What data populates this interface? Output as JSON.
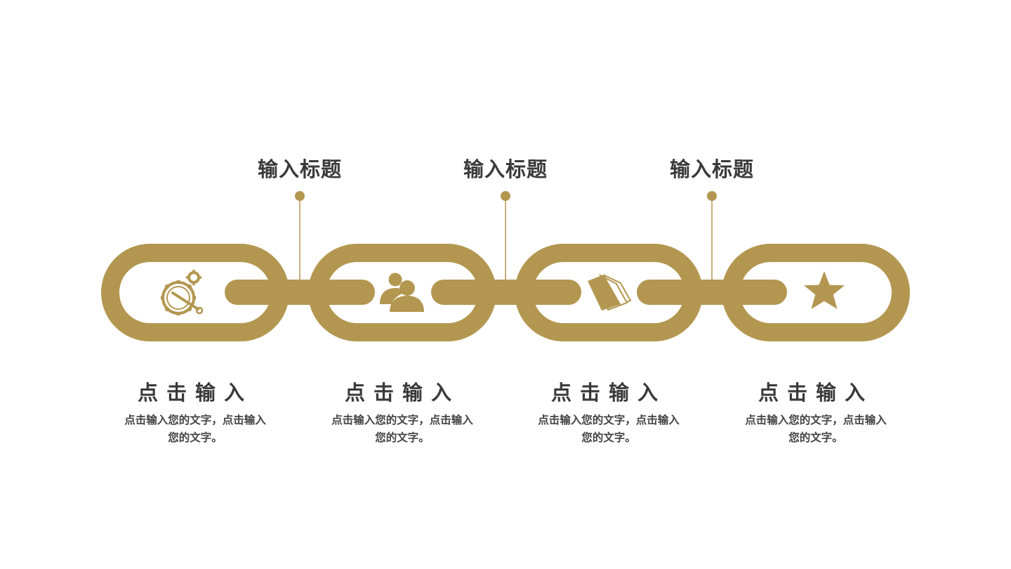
{
  "colors": {
    "accent": "#b39750",
    "text": "#3a3a3a",
    "background": "#ffffff"
  },
  "connectors": [
    {
      "title": "输入标题"
    },
    {
      "title": "输入标题"
    },
    {
      "title": "输入标题"
    }
  ],
  "links": [
    {
      "icon": "gears-wrench-icon",
      "title": "点击输入",
      "desc": "点击输入您的文字，点击输入您的文字。"
    },
    {
      "icon": "users-icon",
      "title": "点击输入",
      "desc": "点击输入您的文字，点击输入您的文字。"
    },
    {
      "icon": "books-icon",
      "title": "点击输入",
      "desc": "点击输入您的文字，点击输入您的文字。"
    },
    {
      "icon": "star-icon",
      "title": "点击输入",
      "desc": "点击输入您的文字，点击输入您的文字。"
    }
  ]
}
